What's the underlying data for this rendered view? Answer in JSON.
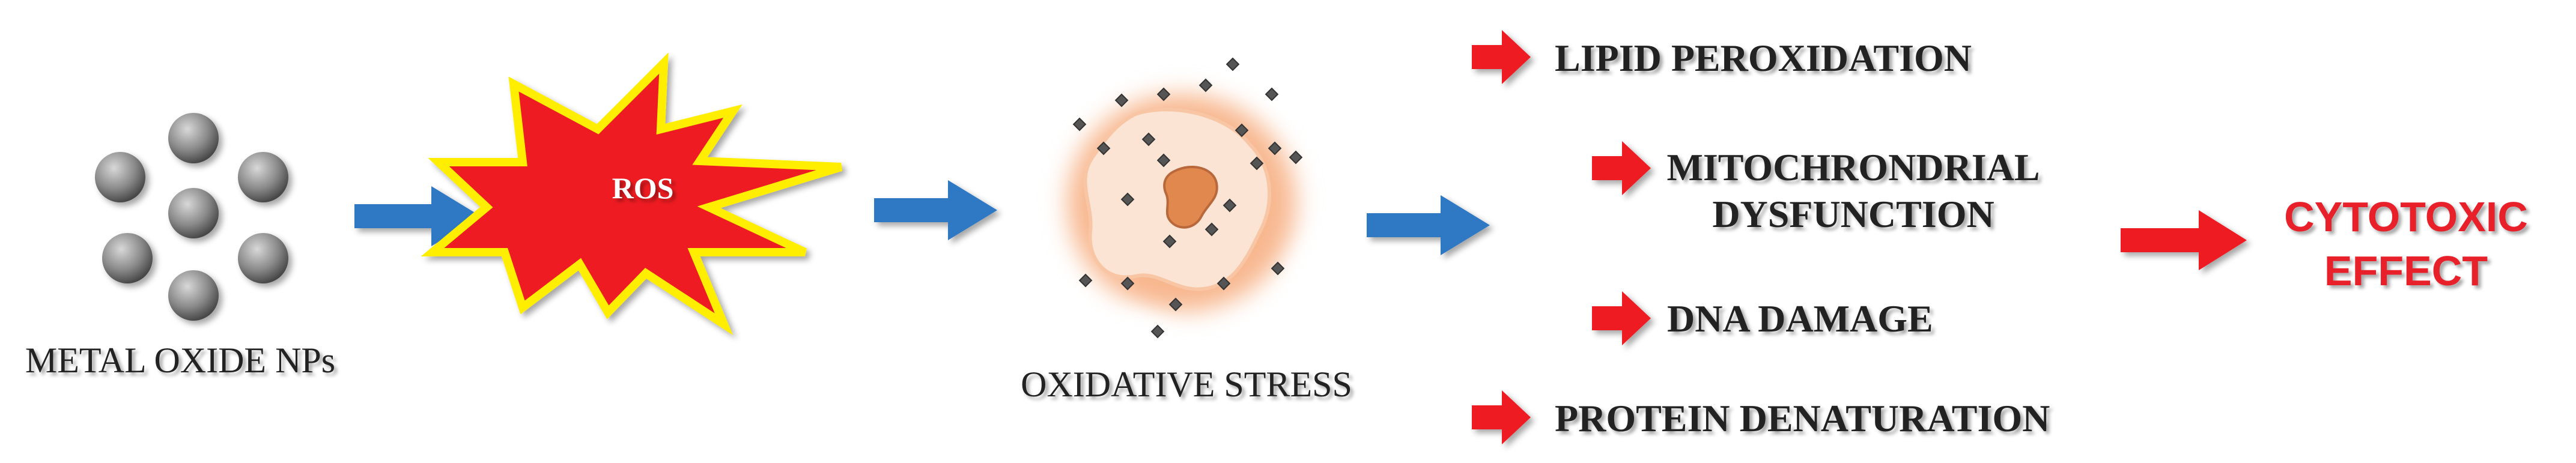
{
  "nanoparticles": {
    "label": "METAL OXIDE NPs"
  },
  "ros": {
    "label": "ROS"
  },
  "stress": {
    "label": "OXIDATIVE STRESS"
  },
  "effects": [
    {
      "label": "LIPID PEROXIDATION"
    },
    {
      "label": "MITOCHRONDRIAL"
    },
    {
      "label": "DYSFUNCTION"
    },
    {
      "label": "DNA DAMAGE"
    },
    {
      "label": "PROTEIN DENATURATION"
    }
  ],
  "outcome": {
    "line1": "CYTOTOXIC",
    "line2": "EFFECT"
  },
  "colors": {
    "blue_arrow": "#2f78c4",
    "red_arrow": "#ee1c24",
    "ros_star": "#ee1c24",
    "ros_outline": "#ffee00",
    "outcome_text": "#e8202a",
    "cell_glow": "#f6a574",
    "cell_body": "#fbe4d4"
  },
  "icons": [
    "sphere-icon",
    "starburst-icon",
    "cell-icon",
    "right-arrow-icon"
  ]
}
